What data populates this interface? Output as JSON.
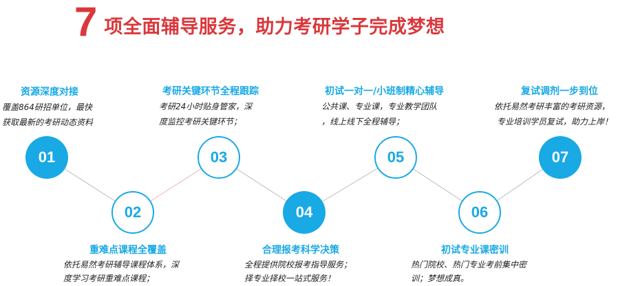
{
  "header": {
    "number": "7",
    "text": "项全面辅导服务，助力考研学子完成梦想"
  },
  "colors": {
    "title_red": "#d9383c",
    "accent_blue": "#19a9e4",
    "line_gray": "#bcbcbc",
    "line_pink": "#f0b0b8"
  },
  "steps": [
    {
      "num": "01",
      "title": "资源深度对接",
      "desc": [
        "覆盖864研招单位，最快",
        "获取最新的考研动态资料"
      ]
    },
    {
      "num": "02",
      "title": "重难点课程全覆盖",
      "desc": [
        "依托易然考研辅导课程体系，深",
        "度学习考研重难点课程；"
      ]
    },
    {
      "num": "03",
      "title": "考研关键环节全程跟踪",
      "desc": [
        "考研24小时贴身管家，深",
        "度监控考研关键环节；"
      ]
    },
    {
      "num": "04",
      "title": "合理报考科学决策",
      "desc": [
        "全程提供院校报考指导服务；",
        "择专业择校一站式服务！"
      ]
    },
    {
      "num": "05",
      "title": "初试一对一/小班制精心辅导",
      "desc": [
        "公共课、专业课，专业教学团队",
        "，线上线下全程辅导；"
      ]
    },
    {
      "num": "06",
      "title": "初试专业课密训",
      "desc": [
        "热门院校、热门专业考前集中密",
        "训；梦想成真。"
      ]
    },
    {
      "num": "07",
      "title": "复试调剂一步到位",
      "desc": [
        "依托易然考研丰富的考研资源，",
        "专业培训学员复试，助力上岸！"
      ]
    }
  ]
}
